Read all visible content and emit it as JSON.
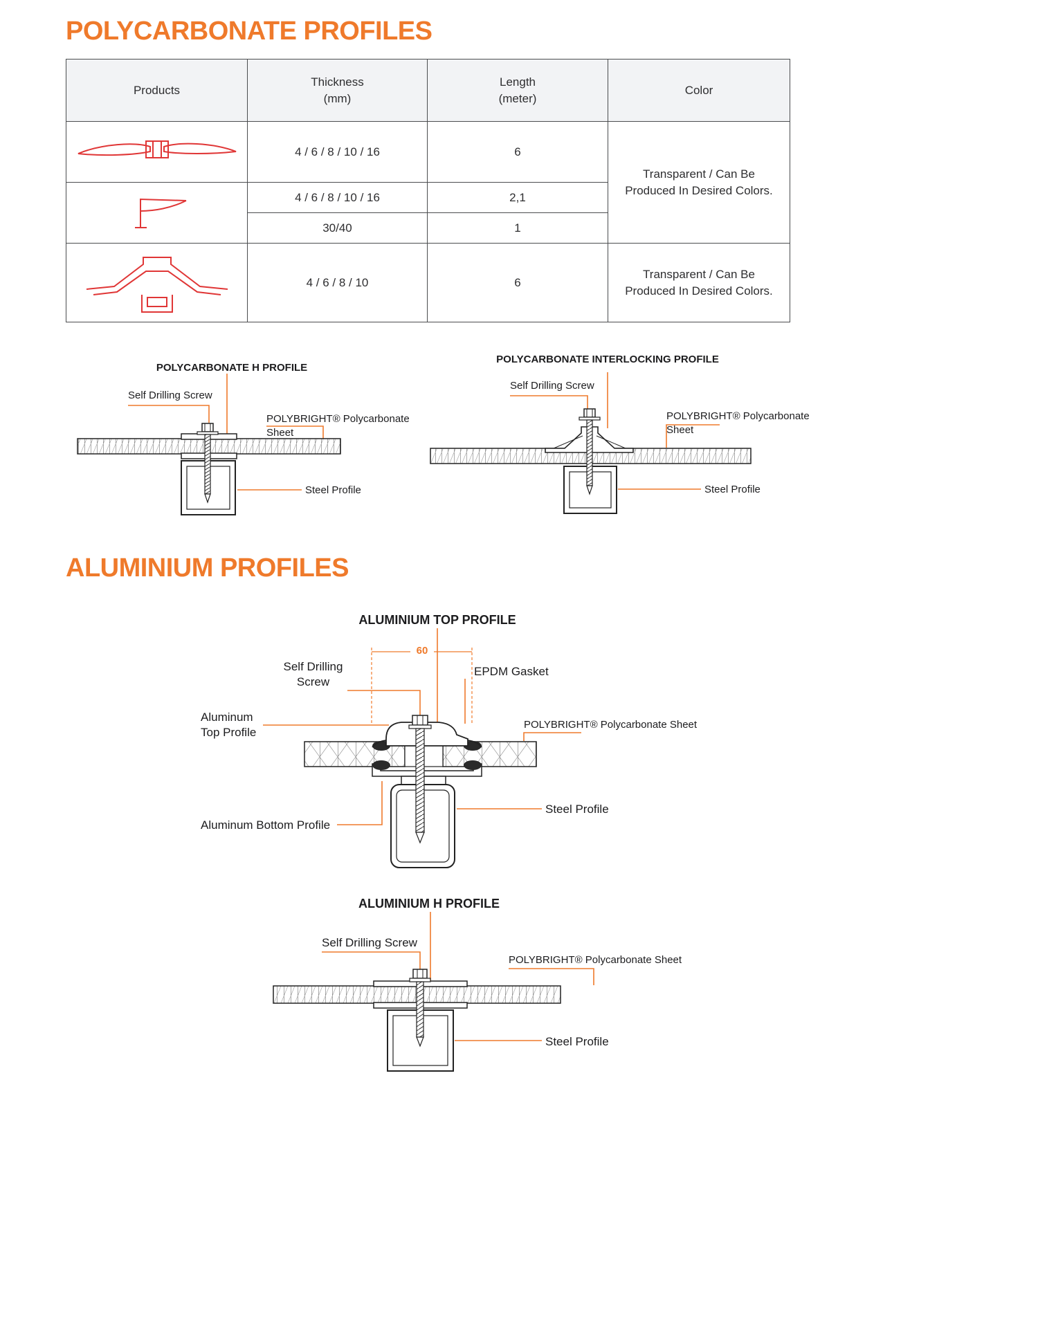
{
  "page": {
    "section1_title": "POLYCARBONATE PROFILES",
    "section2_title": "ALUMINIUM PROFILES"
  },
  "table": {
    "headers": {
      "products": "Products",
      "thickness": "Thickness\n(mm)",
      "length": "Length\n(meter)",
      "color": "Color"
    },
    "rows": {
      "h_profile": {
        "icon": "h-profile-drawing",
        "thickness": "4 / 6 / 8 / 10 / 16",
        "length": "6"
      },
      "l_profile_icon": "l-profile-drawing",
      "l_profile_row1": {
        "thickness": "4 / 6 / 8 / 10 / 16",
        "length": "2,1"
      },
      "l_profile_row2": {
        "thickness": "30/40",
        "length": "1"
      },
      "interlocking": {
        "icon": "interlocking-profile-drawing",
        "thickness": "4 / 6 / 8 / 10",
        "length": "6"
      },
      "color_group1": "Transparent / Can Be Produced In Desired Colors.",
      "color_group2": "Transparent / Can Be Produced In Desired Colors."
    }
  },
  "diagram_pc_h": {
    "title": "POLYCARBONATE H PROFILE",
    "label_screw": "Self Drilling Screw",
    "label_sheet": "POLYBRIGHT® Polycarbonate Sheet",
    "label_steel": "Steel Profile"
  },
  "diagram_pc_interlocking": {
    "title": "POLYCARBONATE INTERLOCKING PROFILE",
    "label_screw": "Self Drilling Screw",
    "label_sheet": "POLYBRIGHT® Polycarbonate Sheet",
    "label_steel": "Steel Profile"
  },
  "diagram_alu_top": {
    "title": "ALUMINIUM TOP PROFILE",
    "dimension": "60",
    "label_screw": "Self Drilling Screw",
    "label_gasket": "EPDM Gasket",
    "label_alu_top": "Aluminum Top Profile",
    "label_sheet": "POLYBRIGHT® Polycarbonate Sheet",
    "label_steel": "Steel Profile",
    "label_alu_bottom": "Aluminum Bottom Profile"
  },
  "diagram_alu_h": {
    "title": "ALUMINIUM H PROFILE",
    "label_screw": "Self Drilling Screw",
    "label_sheet": "POLYBRIGHT® Polycarbonate Sheet",
    "label_steel": "Steel Profile"
  },
  "colors": {
    "accent_orange": "#EF7A2B",
    "drawing_red": "#E03636",
    "line_dark": "#222222"
  }
}
